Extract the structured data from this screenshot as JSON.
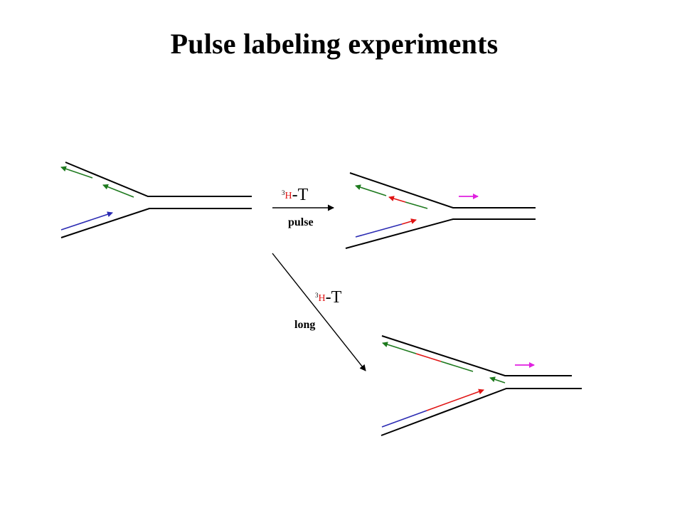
{
  "title": "Pulse labeling experiments",
  "labels": {
    "pulse_step": {
      "isotope_superscript": "3",
      "isotope": "H",
      "suffix": "-T",
      "condition": "pulse"
    },
    "long_step": {
      "isotope_superscript": "3",
      "isotope": "H",
      "suffix": "-T",
      "condition": "long"
    }
  },
  "colors": {
    "dna": "#000000",
    "lagging_strand": "#1e7a1e",
    "leading_strand": "#2b2bb3",
    "radiolabel": "#e01414",
    "fork_direction": "#e020e0"
  }
}
